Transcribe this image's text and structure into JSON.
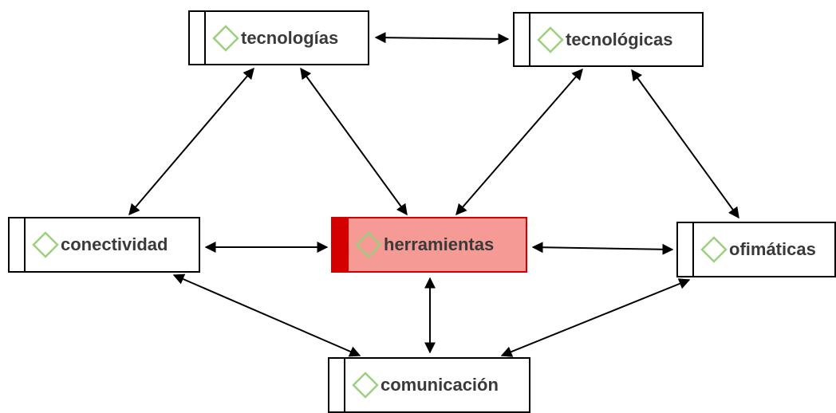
{
  "colors": {
    "box_border": "#000000",
    "text": "#3a3a3a",
    "diamond_stroke": "#9bd07f",
    "central_fill": "#f59a95",
    "central_accent": "#d40000",
    "arrow": "#000000"
  },
  "nodes": {
    "tecnologias": {
      "label": "tecnologías",
      "icon": "diamond-icon"
    },
    "tecnologicas": {
      "label": "tecnológicas",
      "icon": "diamond-icon"
    },
    "conectividad": {
      "label": "conectividad",
      "icon": "diamond-icon"
    },
    "herramientas": {
      "label": "herramientas",
      "icon": "diamond-icon",
      "highlighted": true
    },
    "ofimaticas": {
      "label": "ofimáticas",
      "icon": "diamond-icon"
    },
    "comunicacion": {
      "label": "comunicación",
      "icon": "diamond-icon"
    }
  },
  "edges": [
    {
      "from": "tecnologias",
      "to": "tecnologicas",
      "direction": "both"
    },
    {
      "from": "tecnologias",
      "to": "conectividad",
      "direction": "both"
    },
    {
      "from": "tecnologias",
      "to": "herramientas",
      "direction": "both"
    },
    {
      "from": "tecnologicas",
      "to": "herramientas",
      "direction": "both"
    },
    {
      "from": "tecnologicas",
      "to": "ofimaticas",
      "direction": "both"
    },
    {
      "from": "conectividad",
      "to": "herramientas",
      "direction": "both"
    },
    {
      "from": "herramientas",
      "to": "ofimaticas",
      "direction": "both"
    },
    {
      "from": "herramientas",
      "to": "comunicacion",
      "direction": "both"
    },
    {
      "from": "conectividad",
      "to": "comunicacion",
      "direction": "both"
    },
    {
      "from": "ofimaticas",
      "to": "comunicacion",
      "direction": "both"
    }
  ]
}
